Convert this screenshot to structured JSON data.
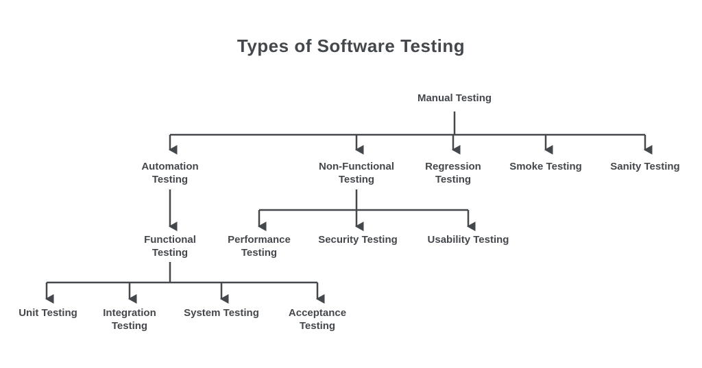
{
  "title": "Types of Software Testing",
  "diagram": {
    "root": {
      "label": "Manual Testing"
    },
    "level2": [
      {
        "label": "Automation Testing"
      },
      {
        "label": "Non-Functional Testing"
      },
      {
        "label": "Regression Testing"
      },
      {
        "label": "Smoke Testing"
      },
      {
        "label": "Sanity Testing"
      }
    ],
    "automation_children": [
      {
        "label": "Functional Testing"
      }
    ],
    "non_functional_children": [
      {
        "label": "Performance Testing"
      },
      {
        "label": "Security Testing"
      },
      {
        "label": "Usability Testing"
      }
    ],
    "functional_children": [
      {
        "label": "Unit Testing"
      },
      {
        "label": "Integration Testing"
      },
      {
        "label": "System Testing"
      },
      {
        "label": "Acceptance Testing"
      }
    ]
  },
  "colors": {
    "ink": "#44484c",
    "background": "#ffffff"
  }
}
